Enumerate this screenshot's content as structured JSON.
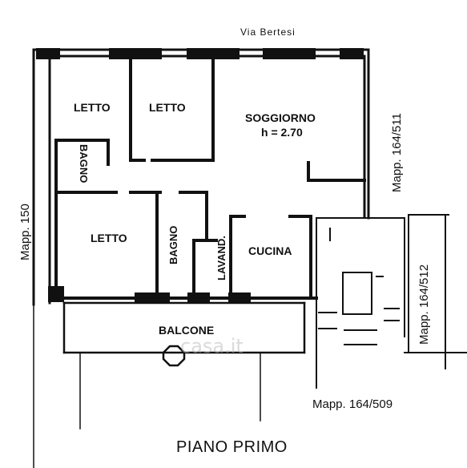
{
  "street": "Via Bertesi",
  "rooms": {
    "letto_1": "LETTO",
    "letto_2": "LETTO",
    "letto_3": "LETTO",
    "soggiorno": "SOGGIORNO",
    "soggiorno_height": "h = 2.70",
    "bagno_1": "BAGNO",
    "bagno_2": "BAGNO",
    "lavand": "LAVAND.",
    "cucina": "CUCINA",
    "balcone": "BALCONE"
  },
  "neighbors": {
    "left": "Mapp. 150",
    "right_top": "Mapp. 164/511",
    "right_mid": "Mapp. 164/512",
    "bottom": "Mapp. 164/509"
  },
  "watermark": "casa.it",
  "title": "PIANO PRIMO"
}
